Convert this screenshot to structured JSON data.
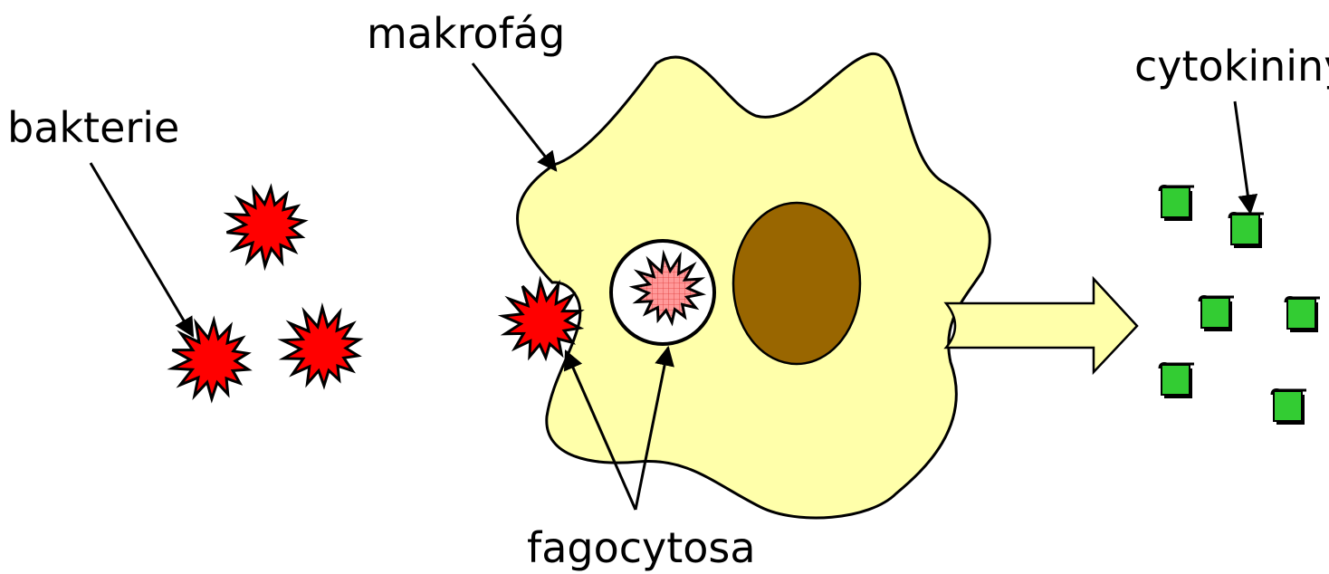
{
  "labels": {
    "bacteria": "bakterie",
    "macrophage": "makrofág",
    "cytokines": "cytokininy",
    "phagocytosis": "fagocytosa"
  },
  "colors": {
    "cell_fill": "#FFFFAA",
    "bacterium_fill": "#FF0000",
    "digested_bacterium_fill": "#FF9999",
    "nucleus_fill": "#996600",
    "vacuole_fill": "#FFFFFF",
    "cytokine_fill": "#33CC33",
    "outline": "#000000"
  }
}
